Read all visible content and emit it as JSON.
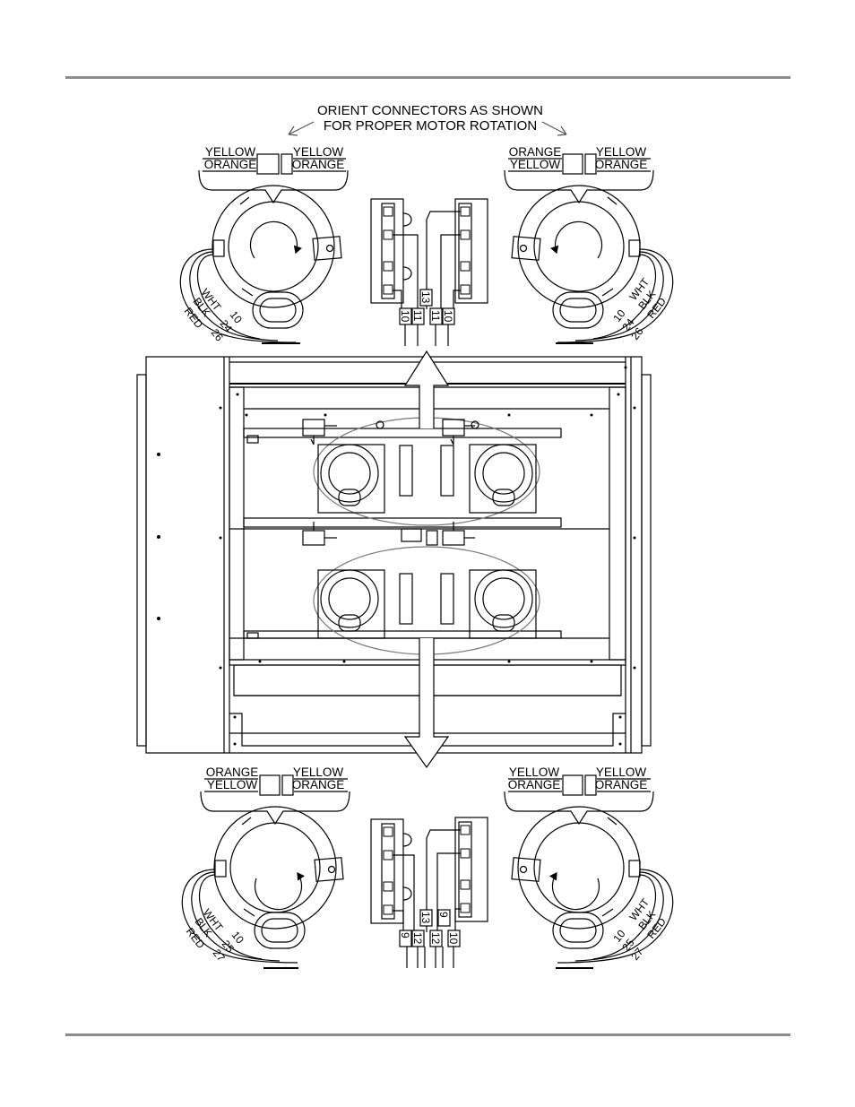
{
  "title_lines": [
    "ORIENT CONNECTORS AS SHOWN",
    "FOR PROPER MOTOR ROTATION"
  ],
  "motors": {
    "top_left": {
      "conn_left": [
        "YELLOW",
        "ORANGE"
      ],
      "conn_right": [
        "YELLOW",
        "ORANGE"
      ],
      "wires": [
        "WHT",
        "BLK",
        "RED"
      ],
      "numbers": [
        "10",
        "24",
        "26"
      ],
      "rotation": "clockwise"
    },
    "top_right": {
      "conn_left": [
        "ORANGE",
        "YELLOW"
      ],
      "conn_right": [
        "YELLOW",
        "ORANGE"
      ],
      "wires": [
        "WHT",
        "BLK",
        "RED"
      ],
      "numbers": [
        "10",
        "24",
        "26"
      ],
      "rotation": "counterclockwise"
    },
    "bottom_left": {
      "conn_left": [
        "ORANGE",
        "YELLOW"
      ],
      "conn_right": [
        "YELLOW",
        "ORANGE"
      ],
      "wires": [
        "WHT",
        "BLK",
        "RED"
      ],
      "numbers": [
        "10",
        "25",
        "27"
      ],
      "rotation": "clockwise"
    },
    "bottom_right": {
      "conn_left": [
        "YELLOW",
        "ORANGE"
      ],
      "conn_right": [
        "YELLOW",
        "ORANGE"
      ],
      "wires": [
        "WHT",
        "BLK",
        "RED"
      ],
      "numbers": [
        "10",
        "25",
        "27"
      ],
      "rotation": "counterclockwise"
    }
  },
  "top_terminal": {
    "numbers": [
      "10",
      "11",
      "13",
      "11",
      "10"
    ]
  },
  "bottom_terminal": {
    "numbers": [
      "9",
      "12",
      "13",
      "12",
      "9",
      "10"
    ]
  }
}
